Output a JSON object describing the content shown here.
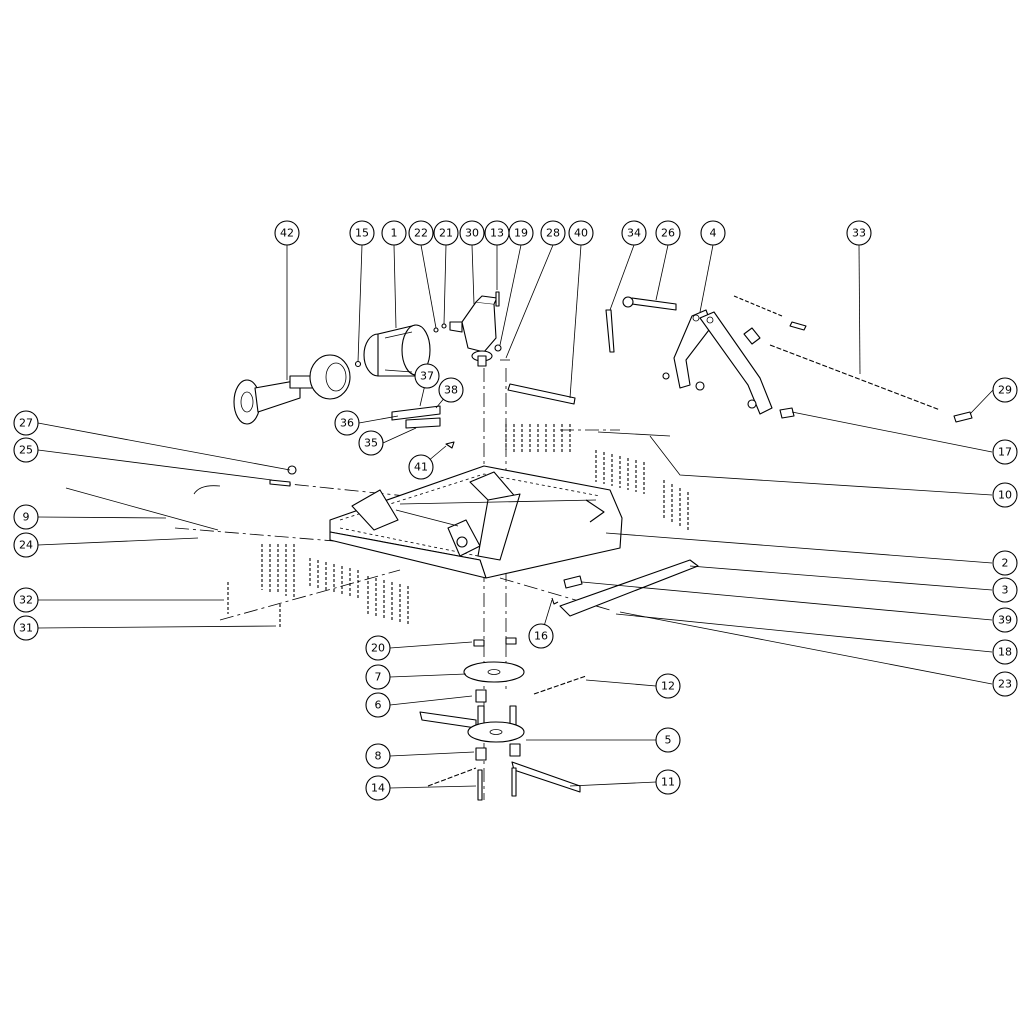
{
  "callouts": [
    {
      "label": "42"
    },
    {
      "label": "15"
    },
    {
      "label": "1"
    },
    {
      "label": "22"
    },
    {
      "label": "21"
    },
    {
      "label": "30"
    },
    {
      "label": "13"
    },
    {
      "label": "19"
    },
    {
      "label": "28"
    },
    {
      "label": "40"
    },
    {
      "label": "34"
    },
    {
      "label": "26"
    },
    {
      "label": "4"
    },
    {
      "label": "33"
    },
    {
      "label": "29"
    },
    {
      "label": "17"
    },
    {
      "label": "10"
    },
    {
      "label": "2"
    },
    {
      "label": "3"
    },
    {
      "label": "39"
    },
    {
      "label": "18"
    },
    {
      "label": "23"
    },
    {
      "label": "27"
    },
    {
      "label": "25"
    },
    {
      "label": "9"
    },
    {
      "label": "24"
    },
    {
      "label": "32"
    },
    {
      "label": "31"
    },
    {
      "label": "37"
    },
    {
      "label": "38"
    },
    {
      "label": "36"
    },
    {
      "label": "35"
    },
    {
      "label": "41"
    },
    {
      "label": "16"
    },
    {
      "label": "20"
    },
    {
      "label": "7"
    },
    {
      "label": "6"
    },
    {
      "label": "12"
    },
    {
      "label": "5"
    },
    {
      "label": "8"
    },
    {
      "label": "11"
    },
    {
      "label": "14"
    }
  ],
  "colors": {
    "line": "#000000",
    "background": "#ffffff"
  }
}
